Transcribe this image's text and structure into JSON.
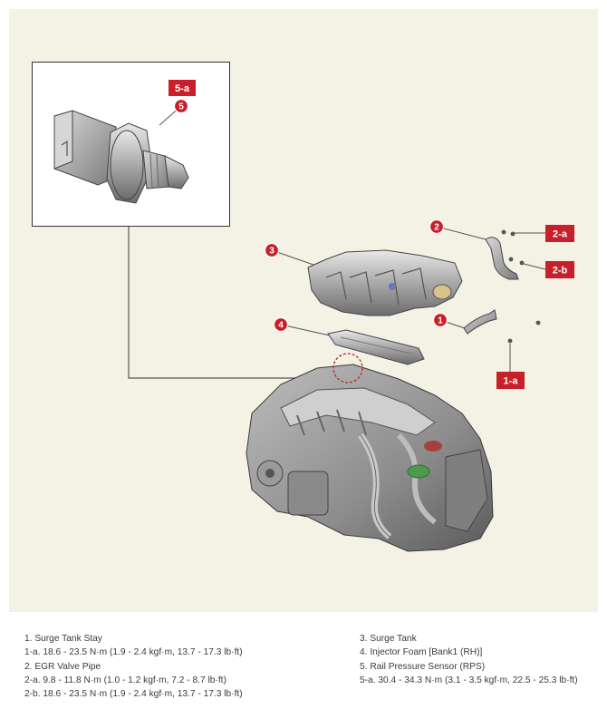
{
  "callouts": {
    "c1": "1",
    "c2": "2",
    "c3": "3",
    "c4": "4",
    "c5": "5"
  },
  "tags": {
    "t5a": "5-a",
    "t2a": "2-a",
    "t2b": "2-b",
    "t1a": "1-a"
  },
  "legend": {
    "left": [
      "1. Surge Tank Stay",
      "1-a. 18.6 - 23.5 N·m (1.9 - 2.4 kgf·m, 13.7 - 17.3 lb·ft)",
      "2. EGR Valve Pipe",
      "2-a. 9.8 - 11.8 N·m (1.0 - 1.2 kgf·m, 7.2 - 8.7 lb·ft)",
      "2-b. 18.6 - 23.5 N·m (1.9 - 2.4 kgf·m, 13.7 - 17.3 lb·ft)"
    ],
    "right": [
      "3. Surge Tank",
      "4. Injector Foam [Bank1 (RH)]",
      "5. Rail Pressure Sensor (RPS)",
      "5-a. 30.4 - 34.3 N·m (3.1 - 3.5 kgf·m, 22.5 - 25.3 lb·ft)"
    ]
  },
  "colors": {
    "background": "#f4f1e5",
    "callout_red": "#c8202a",
    "tag_red": "#c8202a",
    "leader_line": "#555555"
  }
}
